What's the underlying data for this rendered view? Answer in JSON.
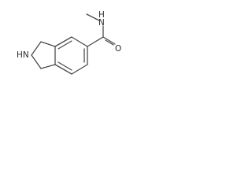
{
  "molecule": {
    "atoms": {
      "ring_nitrogen": "HN",
      "amide_nitrogen": "N",
      "amide_hydrogen": "H",
      "carbonyl_oxygen": "O"
    }
  },
  "colors": {
    "bond": "#4a4a4a",
    "label": "#2b2b2b",
    "background": "#ffffff"
  }
}
